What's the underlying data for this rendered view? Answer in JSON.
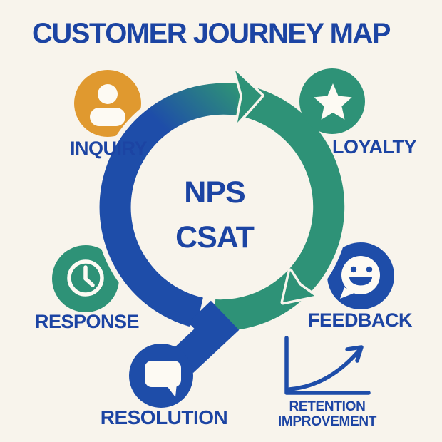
{
  "title": "CUSTOMER JOURNEY MAP",
  "center_metrics": {
    "line1": "NPS",
    "line2": "CSAT"
  },
  "stages": [
    {
      "label": "INQUIRY",
      "icon": "person-icon",
      "color": "#e0992f"
    },
    {
      "label": "LOYALTY",
      "icon": "star-icon",
      "color": "#2e9277"
    },
    {
      "label": "RESPONSE",
      "icon": "clock-icon",
      "color": "#2e9277"
    },
    {
      "label": "FEEDBACK",
      "icon": "smiley-chat-icon",
      "color": "#1e4da9"
    },
    {
      "label": "RESOLUTION",
      "icon": "speech-bubble-icon",
      "color": "#1e4da9"
    }
  ],
  "retention_chart": {
    "label_line1": "RETENTION",
    "label_line2": "IMPROVEMENT",
    "type": "upward-trend-arrow"
  },
  "colors": {
    "background": "#f8f4ec",
    "blue": "#1e4da9",
    "green": "#2e9277",
    "orange": "#e0992f",
    "text_blue": "#1c44a3"
  }
}
